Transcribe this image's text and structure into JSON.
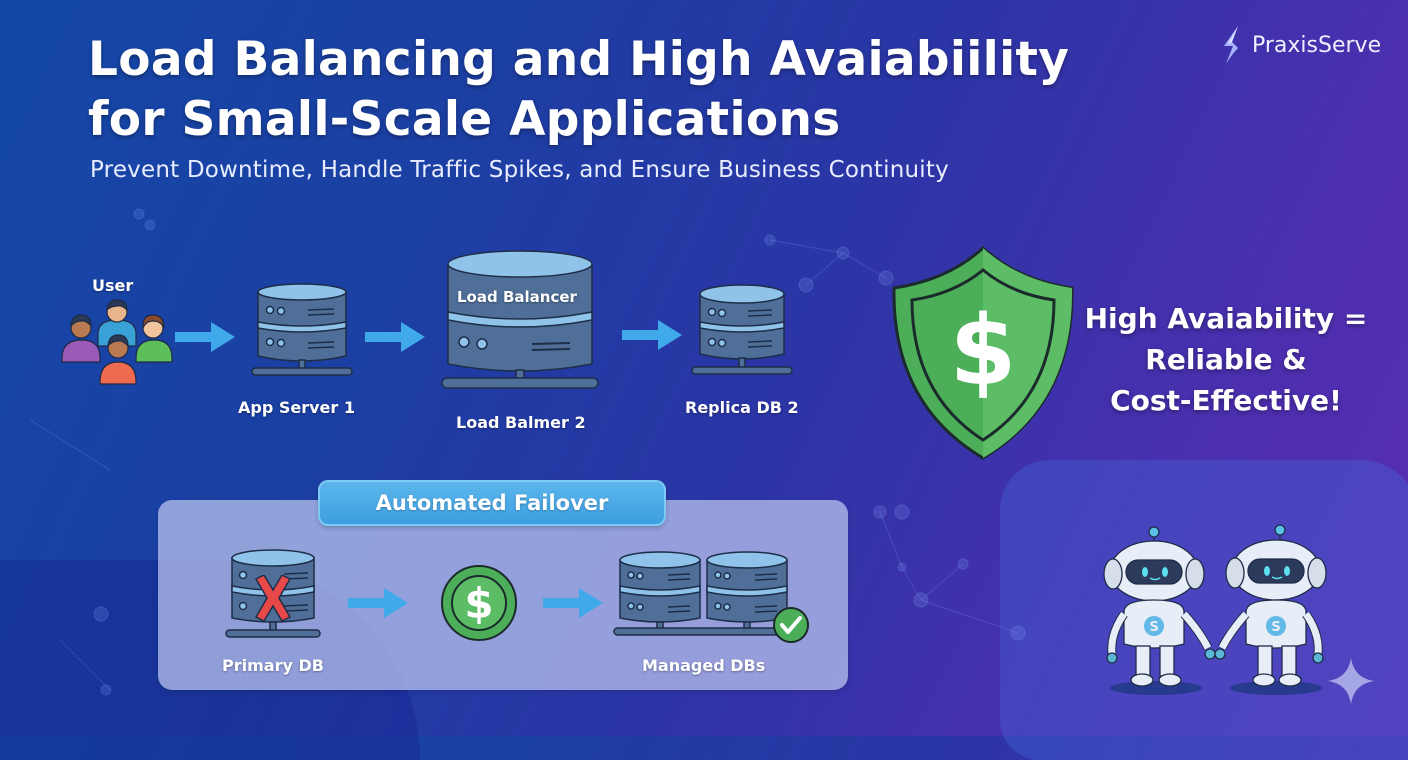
{
  "header": {
    "title_line1": "Load Balancing and High Avaiabiility",
    "title_line2": "for Small-Scale Applications",
    "subtitle": "Prevent Downtime, Handle Traffic Spikes, and Ensure Business Continuity"
  },
  "brand": {
    "name": "PraxisServe",
    "icon": "lightning-bolt-icon"
  },
  "flow": {
    "user_label": "User",
    "app_server_label": "App Server 1",
    "load_balancer_inner_label": "Load Balancer",
    "load_balancer_label": "Load Balmer 2",
    "replica_label": "Replica DB 2"
  },
  "highlight": {
    "icon": "shield-dollar-icon",
    "line1": "High Avaiability =",
    "line2": "Reliable &",
    "line3": "Cost-Effective!"
  },
  "failover": {
    "title": "Automated Failover",
    "primary_label": "Primary DB",
    "managed_label": "Managed DBs",
    "middle_icon": "dollar-coin-icon",
    "status_icons": [
      "x-mark-icon",
      "checkmark-icon"
    ]
  },
  "colors": {
    "arrow": "#3fa9ea",
    "server_body": "#4f6f98",
    "server_top": "#8fc3ea",
    "shield_green": "#4cae58",
    "panel": "#bcc6f0",
    "tag": "#4aa8e6"
  }
}
